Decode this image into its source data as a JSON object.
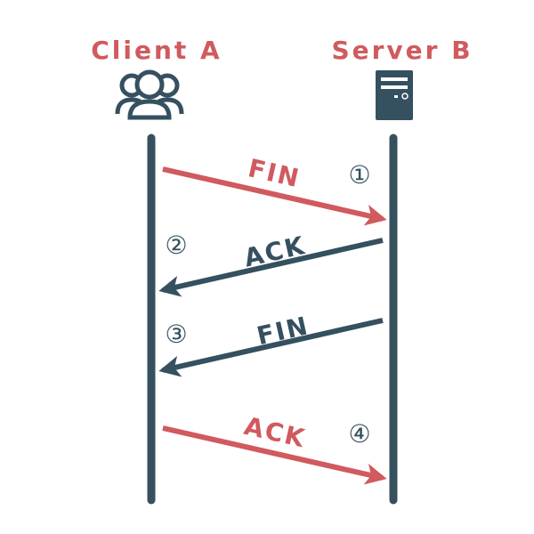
{
  "colors": {
    "red": "#D05A5E",
    "dark": "#35505F"
  },
  "client": {
    "title": "Client A",
    "icon": "users-icon"
  },
  "server": {
    "title": "Server B",
    "icon": "server-tower-icon"
  },
  "messages": [
    {
      "label": "FIN",
      "step": "①",
      "direction": "client-to-server",
      "color": "red"
    },
    {
      "label": "ACK",
      "step": "②",
      "direction": "server-to-client",
      "color": "dark"
    },
    {
      "label": "FIN",
      "step": "③",
      "direction": "server-to-client",
      "color": "dark"
    },
    {
      "label": "ACK",
      "step": "④",
      "direction": "client-to-server",
      "color": "red"
    }
  ]
}
